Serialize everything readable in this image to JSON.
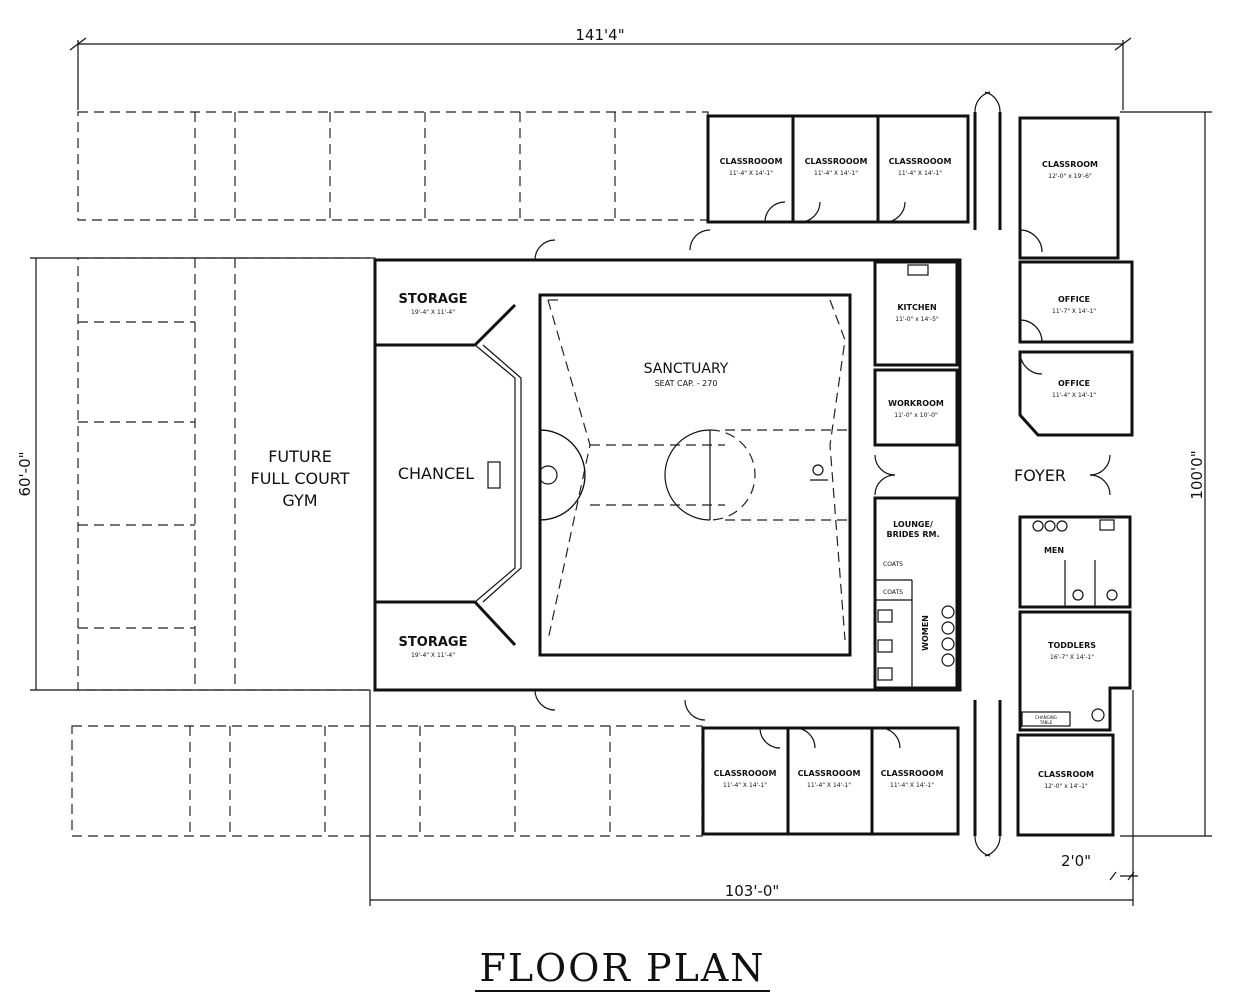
{
  "dimensions": {
    "overall_width": "141'4\"",
    "overall_depth": "100'0\"",
    "gym_depth": "60'-0\"",
    "building_width": "103'-0\"",
    "offset": "2'0\""
  },
  "rooms": {
    "gym": {
      "line1": "FUTURE",
      "line2": "FULL COURT",
      "line3": "GYM"
    },
    "chancel": "CHANCEL",
    "storage_top": {
      "name": "STORAGE",
      "size": "19'-4\" X 11'-4\""
    },
    "storage_bottom": {
      "name": "STORAGE",
      "size": "19'-4\" X 11'-4\""
    },
    "sanctuary": {
      "name": "SANCTUARY",
      "capacity": "SEAT CAP. - 270"
    },
    "kitchen": {
      "name": "KITCHEN",
      "size": "11'-0\" x 14'-5\""
    },
    "workroom": {
      "name": "WORKROOM",
      "size": "11'-0\" x 10'-0\""
    },
    "lounge": {
      "line1": "LOUNGE/",
      "line2": "BRIDES RM."
    },
    "coats_1": "COATS",
    "coats_2": "COATS",
    "women": "WOMEN",
    "men": "MEN",
    "foyer": "FOYER",
    "office_1": {
      "name": "OFFICE",
      "size": "11'-7\" X 14'-1\""
    },
    "office_2": {
      "name": "OFFICE",
      "size": "11'-4\" X 14'-1\""
    },
    "toddlers": {
      "name": "TODDLERS",
      "size": "16'-7\" X 14'-1\""
    },
    "changing_table": {
      "line1": "CHANGING",
      "line2": "TABLE"
    },
    "classrooms_top": [
      {
        "name": "CLASSROOOM",
        "size": "11'-4\" X 14'-1\""
      },
      {
        "name": "CLASSROOOM",
        "size": "11'-4\" X 14'-1\""
      },
      {
        "name": "CLASSROOOM",
        "size": "11'-4\" X 14'-1\""
      }
    ],
    "classroom_top_right": {
      "name": "CLASSROOM",
      "size": "12'-0\" x 19'-6\""
    },
    "classrooms_bottom": [
      {
        "name": "CLASSROOOM",
        "size": "11'-4\" X 14'-1\""
      },
      {
        "name": "CLASSROOOM",
        "size": "11'-4\" X 14'-1\""
      },
      {
        "name": "CLASSROOOM",
        "size": "11'-4\" X 14'-1\""
      }
    ],
    "classroom_bottom_right": {
      "name": "CLASSROOM",
      "size": "12'-0\" x 14'-1\""
    }
  },
  "title": "FLOOR PLAN"
}
